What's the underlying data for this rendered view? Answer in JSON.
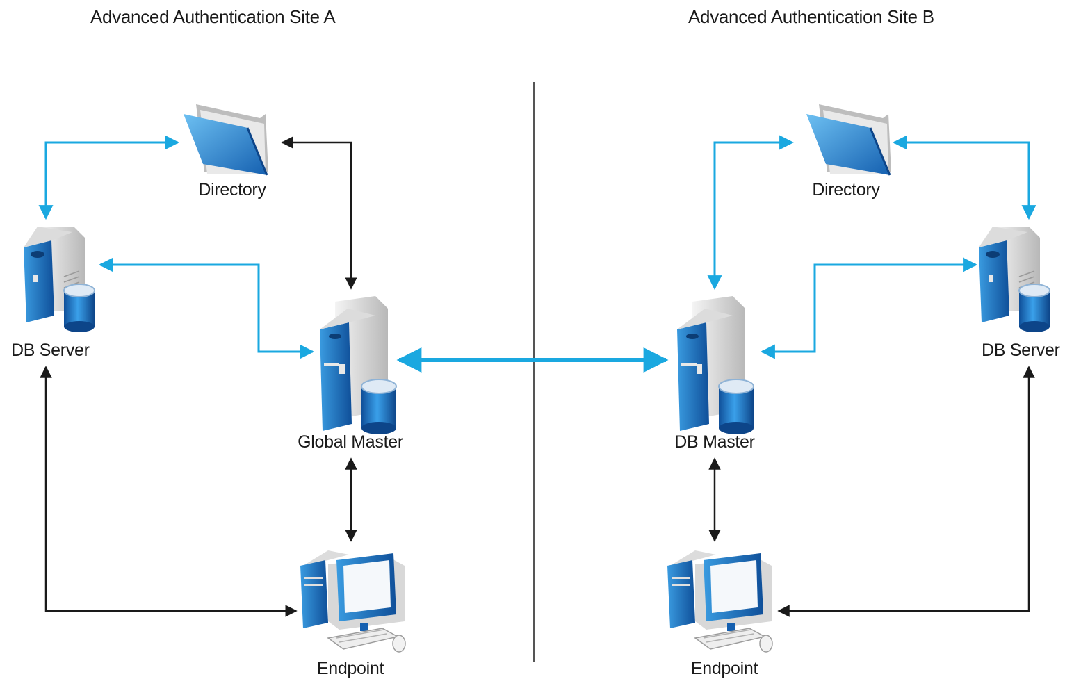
{
  "sites": {
    "a": {
      "title": "Advanced Authentication Site A",
      "directory": "Directory",
      "db_server": "DB Server",
      "master": "Global Master",
      "endpoint": "Endpoint"
    },
    "b": {
      "title": "Advanced Authentication Site B",
      "directory": "Directory",
      "db_server": "DB Server",
      "master": "DB Master",
      "endpoint": "Endpoint"
    }
  },
  "colors": {
    "blue_link": "#1aa8e0",
    "black_link": "#1a1a1a",
    "divider": "#555555",
    "server_blue": "#1e6fbf"
  }
}
